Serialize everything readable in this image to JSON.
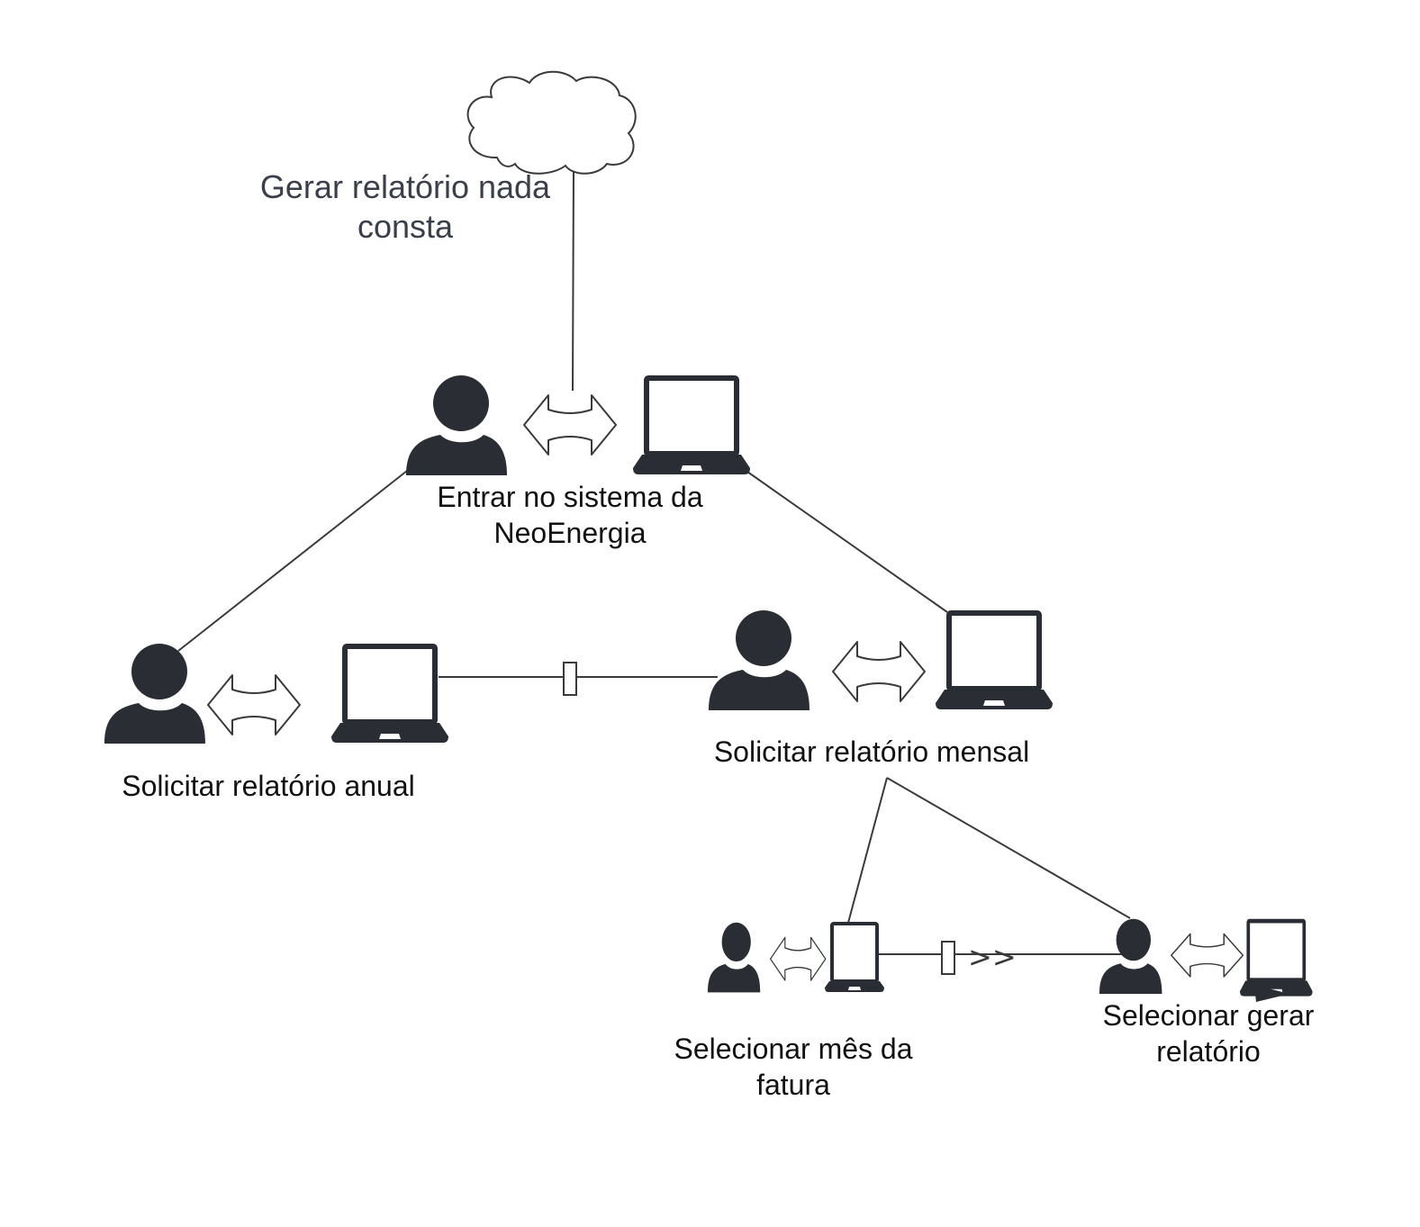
{
  "diagram": {
    "cloud": {
      "label_line1": "Gerar relatório nada",
      "label_line2": "consta"
    },
    "top_group": {
      "label_line1": "Entrar no sistema da",
      "label_line2": "NeoEnergia"
    },
    "left_group": {
      "label": "Solicitar relatório anual"
    },
    "middle_group": {
      "label": "Solicitar relatório mensal"
    },
    "bottom_left_group": {
      "label_line1": "Selecionar mês da",
      "label_line2": "fatura"
    },
    "bottom_right_group": {
      "label_line1": "Selecionar gerar",
      "label_line2": "relatório"
    },
    "connector_marker": ">>",
    "colors": {
      "icon_fill": "#2a2d33",
      "line": "#3a3a3a",
      "outline": "#3a3a3a",
      "cloud_text": "#3a3f4a",
      "text": "#111111"
    },
    "icons": [
      "cloud-icon",
      "person-icon",
      "bidirectional-arrow-icon",
      "laptop-icon",
      "tablet-icon"
    ]
  }
}
